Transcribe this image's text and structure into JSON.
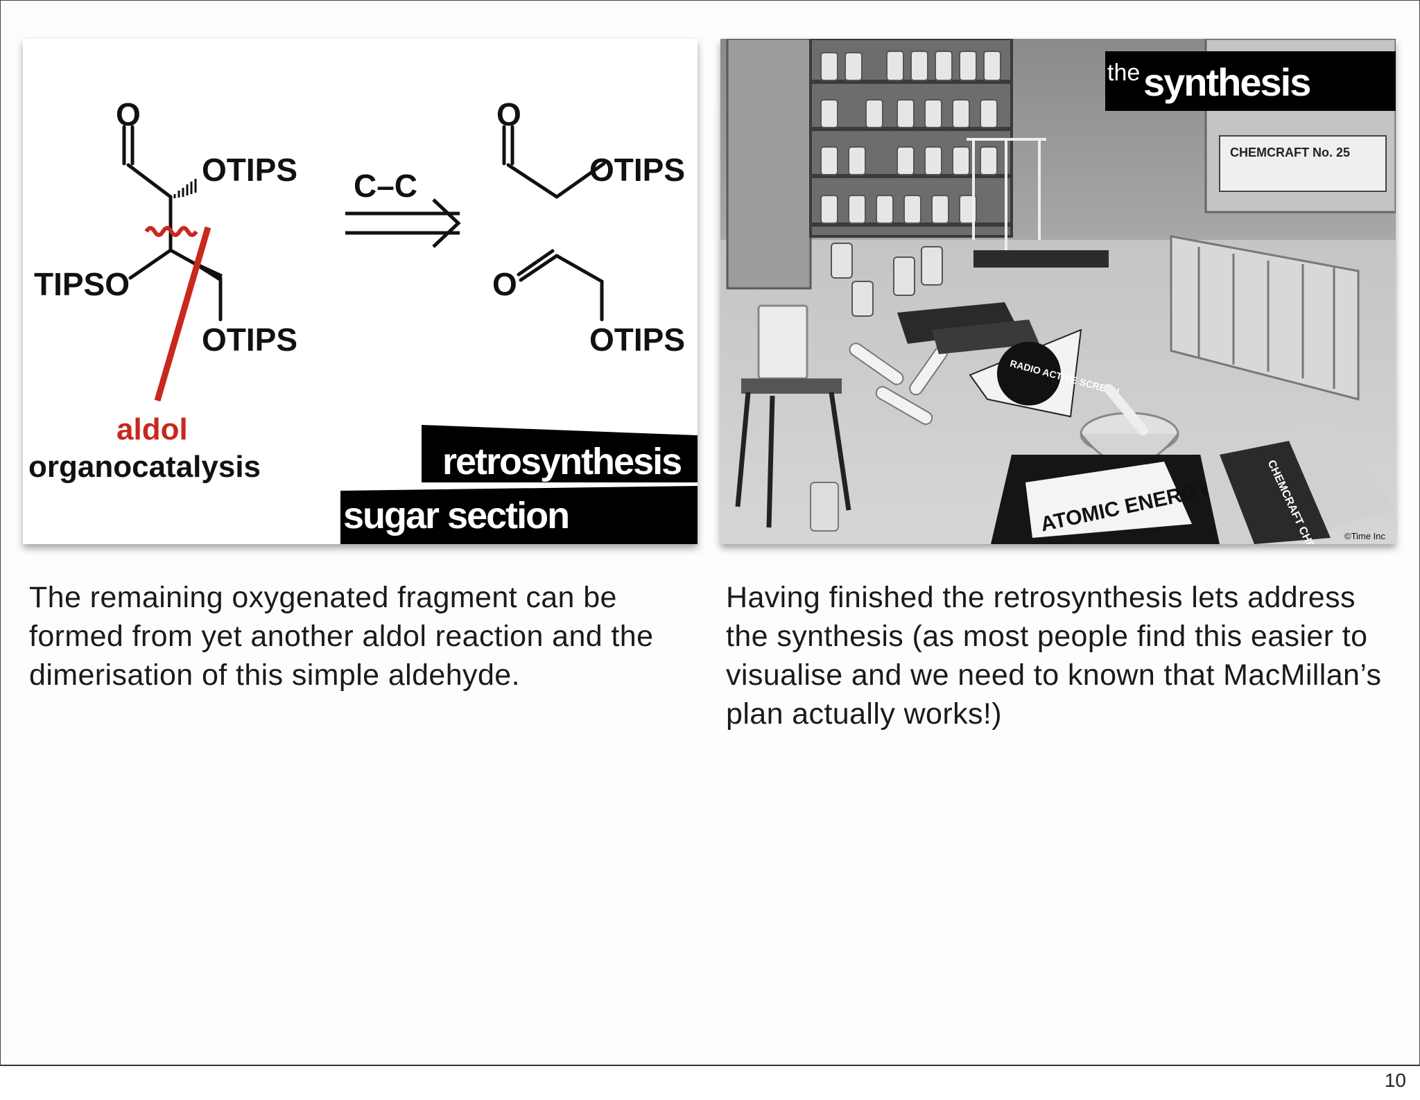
{
  "left_slide": {
    "labels": {
      "o_top_left": "O",
      "otips_1": "OTIPS",
      "tipso": "TIPSO",
      "otips_2": "OTIPS",
      "cc": "C–C",
      "o_top_right": "O",
      "otips_3": "OTIPS",
      "o_mid_right": "O",
      "otips_4": "OTIPS",
      "aldol": "aldol",
      "organocatalysis": "organocatalysis"
    },
    "banner_1": "retrosynthesis",
    "banner_2": "sugar section",
    "colors": {
      "accent_red": "#c8281e",
      "ink": "#111111"
    }
  },
  "right_slide": {
    "banner_small": "the",
    "banner_big": "synthesis",
    "label_chemcraft": "CHEMCRAFT No. 25",
    "label_radio": "RADIO ACTIVE SCREEN",
    "label_atomic": "ATOMIC ENERGY",
    "label_magic": "CHEMCRAFT CHEMICAL MAGIC",
    "credit": "©Time Inc"
  },
  "captions": {
    "left": "The remaining oxygenated fragment can be formed from yet another aldol reaction and the dimerisation of  this simple aldehyde.",
    "right": "Having finished the retrosynthesis lets address the synthesis (as most people find this easier to visualise and we need to known that MacMillan’s plan actually works!)"
  },
  "page_number": "10"
}
